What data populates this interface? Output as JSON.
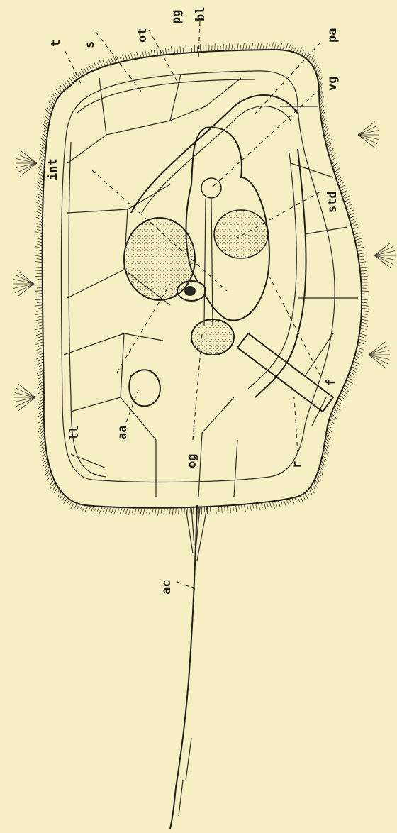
{
  "figure": {
    "background": "#f6efc4",
    "ink": "#22201a",
    "stipple": "#8a8567",
    "labels": {
      "t": "t",
      "s": "s",
      "ot": "ot",
      "pg": "pg",
      "bl": "bl",
      "pa": "pa",
      "vg": "vg",
      "int": "int",
      "std": "std",
      "f": "f",
      "ll": "ll",
      "aa": "aa",
      "og": "og",
      "r": "r",
      "ac": "ac"
    }
  }
}
